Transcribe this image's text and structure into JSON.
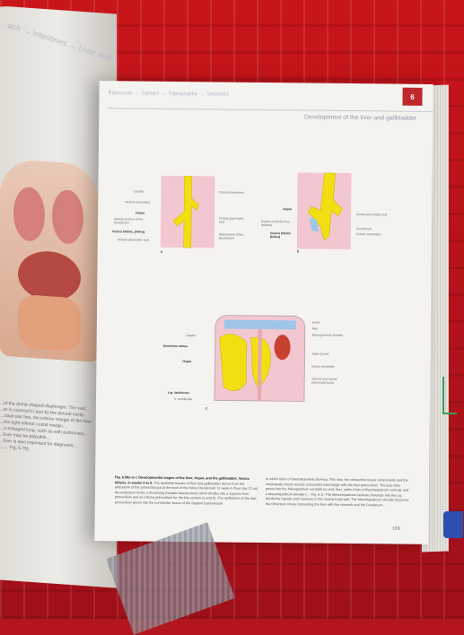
{
  "left_page": {
    "header": "...ach → Intestines → Liver and...",
    "text_lines": [
      "...of the dome-shaped diaphragm. The vast...",
      "...er is covered in part by the pleural cavity.",
      "...clavicular line, the inferior margin of the liver",
      "...the right inferior costal margin...",
      "...n enlarged lung, such as with pulmonary...",
      "...liver may be palpable...",
      "...liver is also important for diagnostic...",
      "...→ Fig. 6.75)."
    ]
  },
  "page": {
    "breadcrumb": "Pancreas → Spleen → Topography → Sections",
    "chapter_number": "6",
    "title": "Development of the liver and gallbladder",
    "page_number": "103"
  },
  "figure_a_labels": {
    "gaster": "Gaster",
    "ventral_mesentery": "Ventral mesentery",
    "hepar": "Hepar",
    "ductus_cysticus_left": "Ventral portion of the Duodenum",
    "vesica": "Vesica biliaris, [fellea]",
    "pancreas_bud": "Ventral pancreatic bud",
    "dorsal_mesentery": "Dorsal mesentery",
    "dorsal_pancreatic": "Dorsal pancreatic bud",
    "rotation": "Attachment of the Duodenum",
    "letter": "a"
  },
  "figure_b_labels": {
    "hepar": "Hepar",
    "ductus": "Ductus choledochus (biliaris)",
    "vesica": "Vesica biliaris [fellea]",
    "dorsal_pancreatic": "Dorsal pancreatic bud",
    "duodenum": "Duodenum",
    "dorsal_mesentery": "Dorsal mesentery",
    "letter": "b"
  },
  "figure_c_labels": {
    "gaster": "Gaster",
    "omentum": "Omentum minus",
    "hepar": "Hepar",
    "lig_falciforme": "Lig. falciforme",
    "v_umbilicalis": "V. umbilicalis",
    "aorta": "Aorta",
    "ren": "Ren",
    "mesogastrium": "Mesogastrium dorsale",
    "splen": "Splen [Lien]",
    "bursa": "Bursa omentalis",
    "ventral_dorsal": "Ventral and dorsal pancreatic buds",
    "letter": "c"
  },
  "caption": {
    "heading": "Fig. 6.58a to c  Developmental stages of the liver, Hepar, and the gallbladder, Vesica biliaris, in weeks 4 to 5.",
    "left_text": "The epithelial tissues of liver and gallbladder derive from the endoderm of the primordial gut at the level of the future Duodenum. In week 4 (from day 22 on) the endoderm forms a thickening (hepatic diverticulum) which divides into a superior liver primordium and an inferior primordium for the bile system (a and b). The epithelium of the liver primordium grows into the connective tissue of the Septum transversum",
    "right_text": "in which islets of haematopoietic develop. This way, the connective tissue components and the intrahepatic blood vessels (sinusoids) intermingle with the liver primordium. The liver then grows into the Mesogastrium ventrale (c) and, thus, splits it into a Mesohepaticum ventrale and a Mesohepaticum dorsale (→ Fig. 6.1). The Mesohepaticum ventrale develops into the Lig. falciforme hepatis and connects to the ventral body wall. The Mesohepaticum dorsale becomes the Omentum minus connecting the liver with the stomach and the Duodenum."
  },
  "colors": {
    "page_bg": "#f4f3f0",
    "accent_red": "#c0282b",
    "tissue_pink": "#f3c7cf",
    "liver_yellow": "#f2df12",
    "vessel_blue": "#9fc6e8"
  }
}
